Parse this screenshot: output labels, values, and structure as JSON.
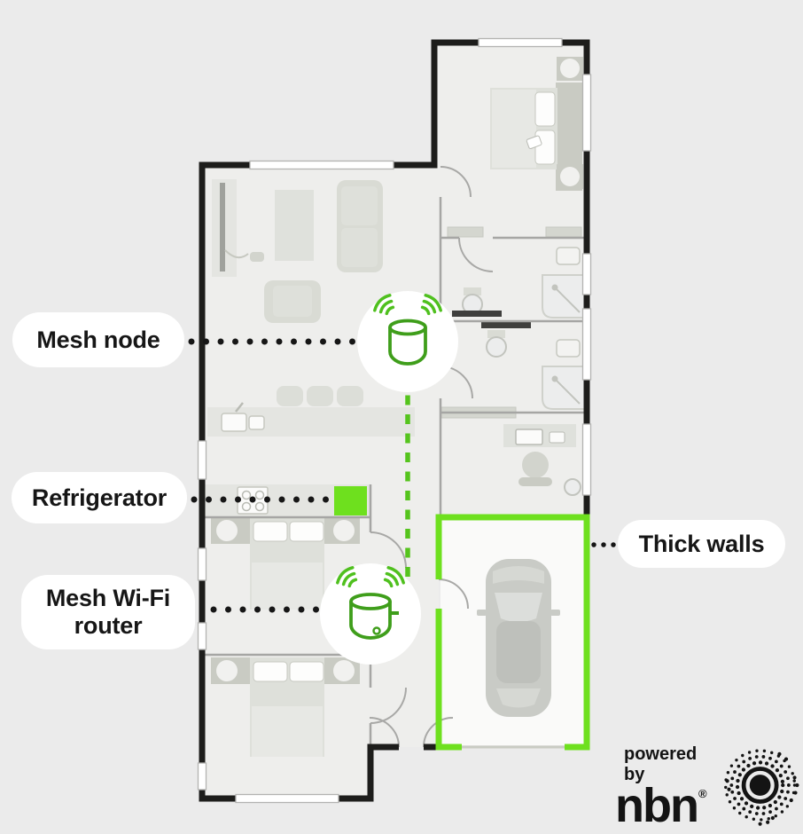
{
  "labels": {
    "mesh_node": "Mesh node",
    "refrigerator": "Refrigerator",
    "mesh_router_line1": "Mesh Wi-Fi",
    "mesh_router_line2": "router",
    "thick_walls": "Thick walls"
  },
  "branding": {
    "powered_by": "powered by",
    "brand_name": "nbn",
    "registered_mark": "®"
  },
  "colors": {
    "background": "#ebebeb",
    "exterior_wall_black": "#1d1d1b",
    "thick_wall_green": "#6ee01e",
    "refrigerator_green": "#6ee01e",
    "device_stroke_green": "#3f9e1b",
    "wifi_wave_green": "#4fc01e",
    "dashed_link_green": "#55c41d",
    "label_background": "#ffffff",
    "label_text": "#161616"
  },
  "icons": {
    "mesh_node_icon": "cylinder device with wifi waves",
    "mesh_router_icon": "cylinder device with led and wifi waves",
    "nbn_emblem_icon": "dotted concentric circles emblem",
    "leader_dots": "black dotted leader line",
    "mesh_link": "green dashed connection line"
  }
}
